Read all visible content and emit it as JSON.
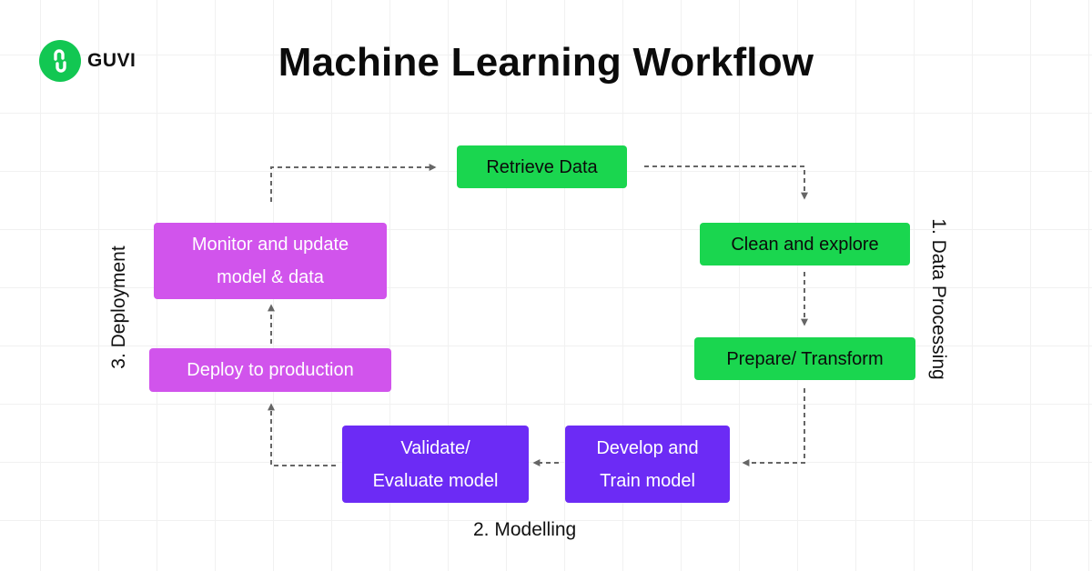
{
  "brand": {
    "name": "GUVI",
    "icon": "guvi-logo-icon",
    "color": "#12c752"
  },
  "title": "Machine Learning Workflow",
  "colors": {
    "data_processing": "#1ad64f",
    "deployment": "#d154ec",
    "modelling": "#6c2bf5",
    "connector": "#666666"
  },
  "steps": {
    "retrieve": "Retrieve Data",
    "clean": "Clean and explore",
    "prepare": "Prepare/ Transform",
    "develop": "Develop and\nTrain model",
    "validate": "Validate/\nEvaluate model",
    "deploy": "Deploy to production",
    "monitor": "Monitor and update\nmodel & data"
  },
  "phases": {
    "data_processing": "1. Data Processing",
    "modelling": "2. Modelling",
    "deployment": "3. Deployment"
  }
}
